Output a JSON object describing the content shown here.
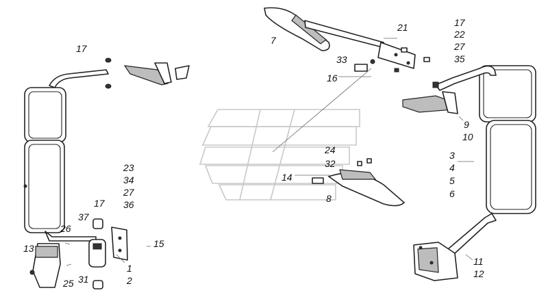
{
  "diagram": {
    "callouts": {
      "c17a": "17",
      "c7": "7",
      "c21": "21",
      "c17b": "17",
      "c22": "22",
      "c27b": "27",
      "c35": "35",
      "c33": "33",
      "c16": "16",
      "c9": "9",
      "c10": "10",
      "c3": "3",
      "c4": "4",
      "c5": "5",
      "c6": "6",
      "c24": "24",
      "c32": "32",
      "c14": "14",
      "c8": "8",
      "c23": "23",
      "c34": "34",
      "c27a": "27",
      "c36": "36",
      "c17c": "17",
      "c37": "37",
      "c26": "26",
      "c15": "15",
      "c13": "13",
      "c1": "1",
      "c2": "2",
      "c25": "25",
      "c31": "31",
      "c11": "11",
      "c12": "12"
    }
  }
}
